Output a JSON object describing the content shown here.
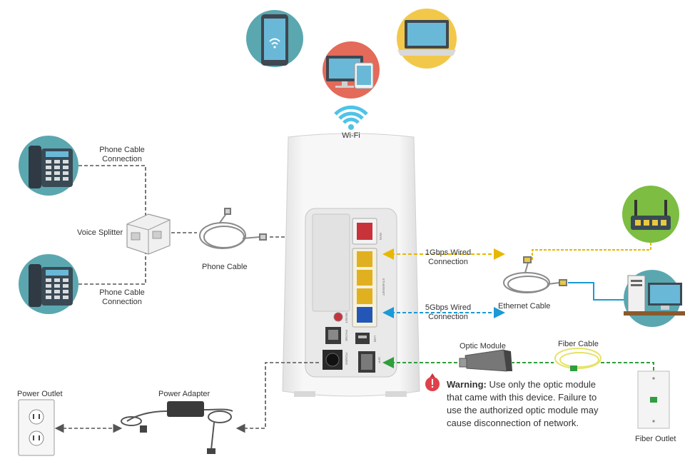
{
  "labels": {
    "wifi": "Wi-Fi",
    "phone_cable_connection_top": [
      "Phone Cable",
      "Connection"
    ],
    "phone_cable_connection_bottom": [
      "Phone Cable",
      "Connection"
    ],
    "voice_splitter": "Voice Splitter",
    "phone_cable": "Phone Cable",
    "wired_1g": [
      "1Gbps Wired",
      "Connection"
    ],
    "wired_5g": [
      "5Gbps Wired",
      "Connection"
    ],
    "ethernet_cable": "Ethernet Cable",
    "optic_module": "Optic Module",
    "fiber_cable": "Fiber Cable",
    "fiber_outlet": "Fiber Outlet",
    "power_outlet": "Power Outlet",
    "power_adapter": "Power Adapter"
  },
  "warning": {
    "title": "Warning:",
    "text": " Use only the optic module that came with this device. Failure to use the authorized optic module may cause disconnection of network."
  },
  "port_labels": {
    "wan": "WAN",
    "ethernet": "ETHERNET",
    "reset": "RESET",
    "phone": "PHONE",
    "usb": "USB",
    "power": "POWER",
    "sfp": "SFP"
  },
  "colors": {
    "wifi_blue": "#4fc3e8",
    "wired_1g_yellow": "#e8b800",
    "wired_5g_blue": "#1a9ad6",
    "fiber_green": "#2e9e3e",
    "device_teal": "#5aa7b0",
    "device_coral": "#e46a5a",
    "device_yellow": "#f2c84b",
    "router_green": "#7cbd42",
    "wan_red": "#c8323a",
    "lan_yellow": "#e0b020",
    "lan_blue": "#2456b8"
  }
}
